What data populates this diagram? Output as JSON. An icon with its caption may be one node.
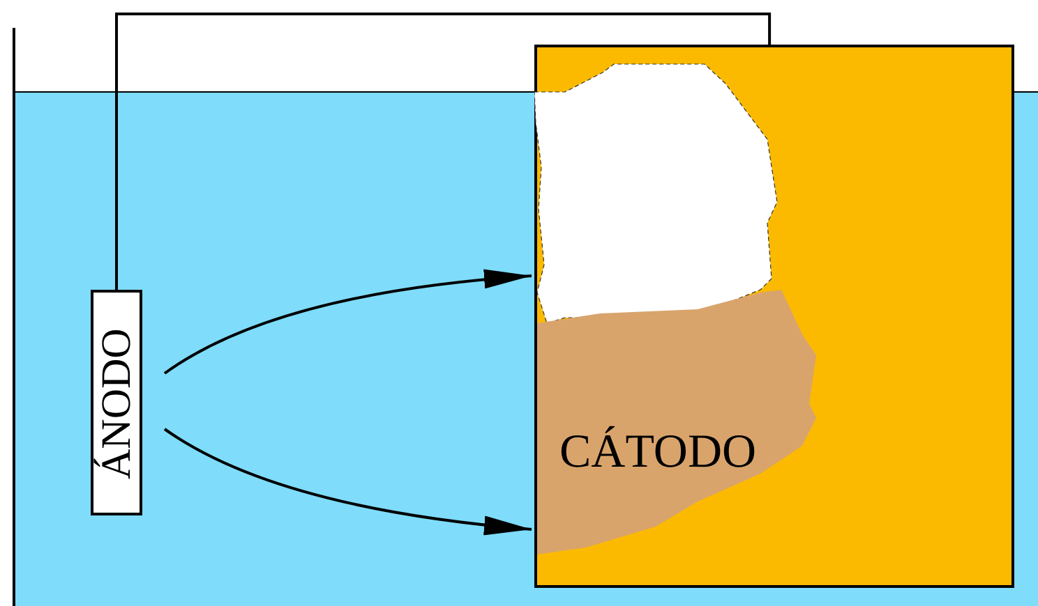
{
  "diagram": {
    "nodes": [
      {
        "text": [
          "ÁNODO"
        ]
      },
      {
        "text": [
          "CÁTODO"
        ]
      }
    ],
    "edges": [
      {
        "from": 0,
        "to": 1,
        "arrow": "none"
      },
      {
        "from": 0,
        "to": 1,
        "arrow": "to"
      },
      {
        "from": 0,
        "to": 1,
        "arrow": "to"
      }
    ]
  }
}
